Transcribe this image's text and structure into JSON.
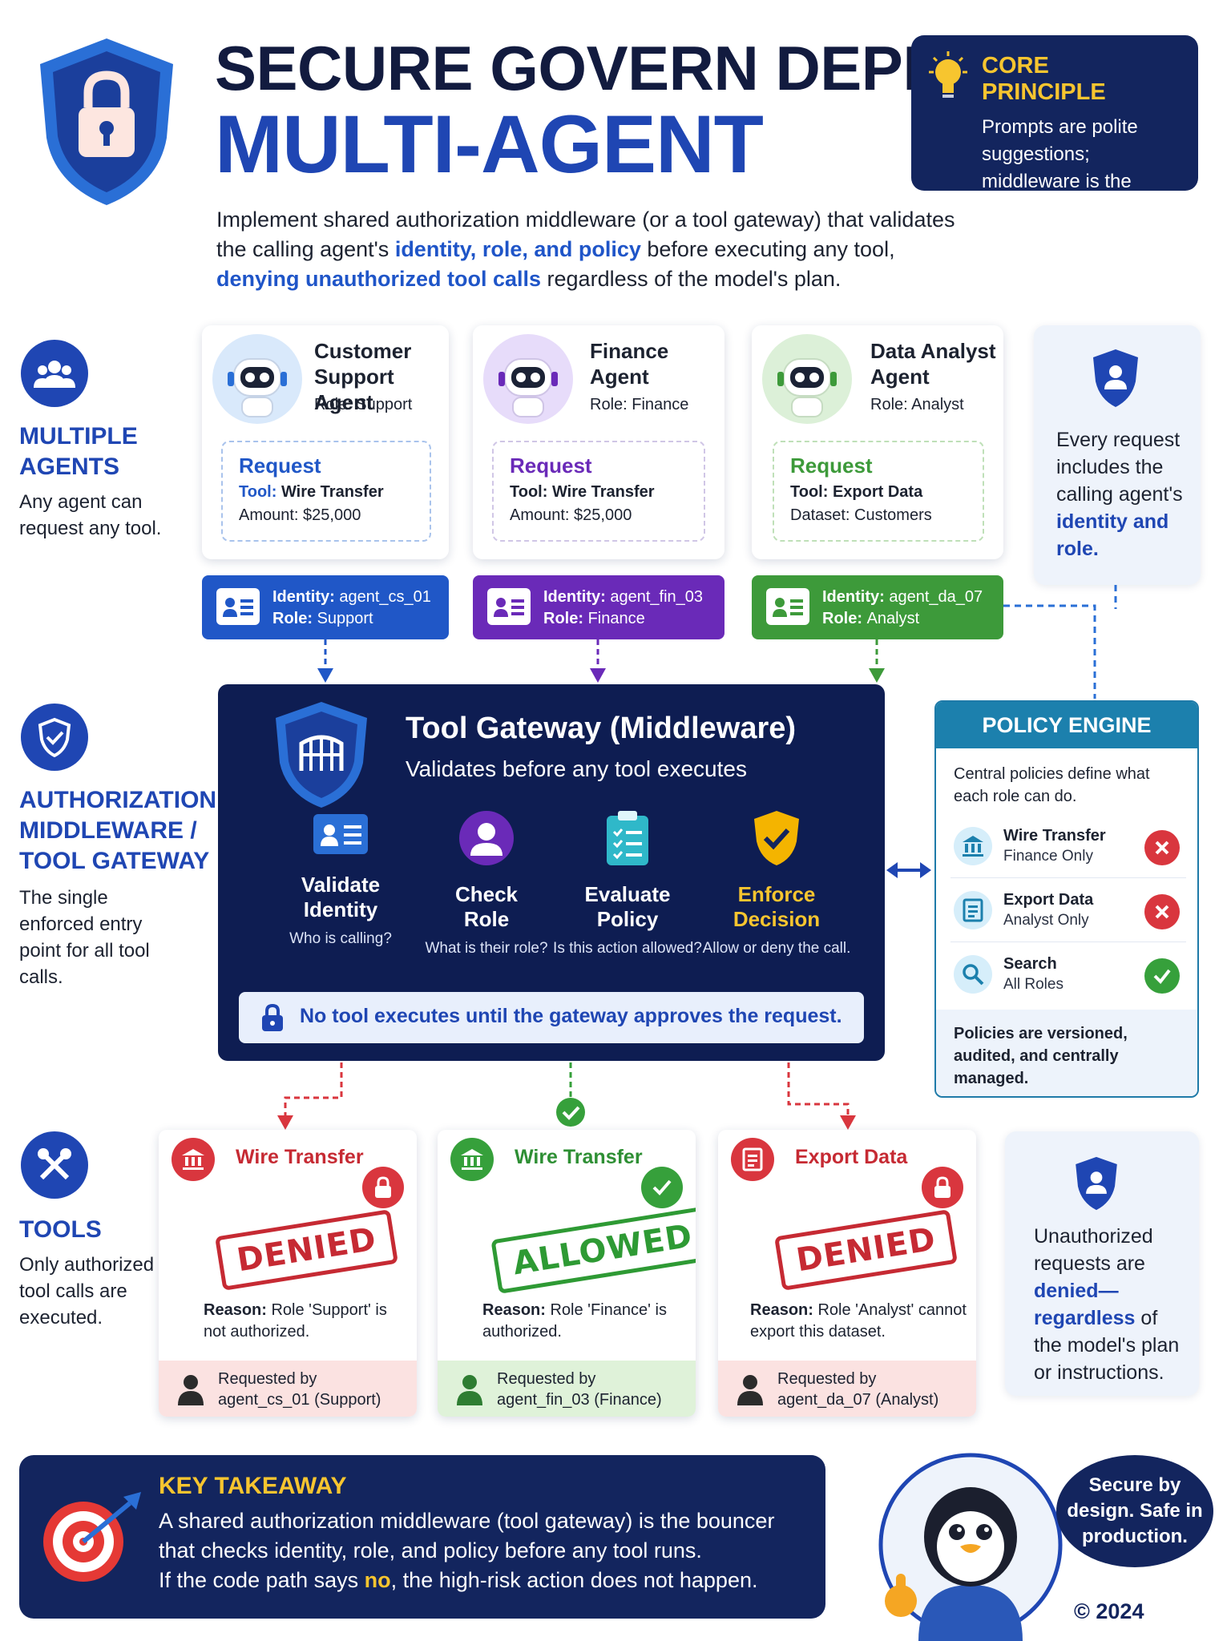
{
  "header": {
    "title_line1": "SECURE GOVERN DEPLOY",
    "title_line2": "MULTI-AGENT",
    "intro": {
      "part1": "Implement shared authorization middleware (or a tool gateway) that validates the calling agent's ",
      "hl1": "identity, role, and policy",
      "part2": " before executing any tool, ",
      "hl2": "denying unauthorized tool calls",
      "part3": " regardless of the model's plan."
    }
  },
  "core_principle": {
    "title": "CORE PRINCIPLE",
    "text": "Prompts are polite suggestions; middleware is the bouncer."
  },
  "sections": {
    "agents": {
      "title_line1": "MULTIPLE",
      "title_line2": "AGENTS",
      "text": "Any agent can request any tool."
    },
    "middleware": {
      "title_line1": "AUTHORIZATION",
      "title_line2": "MIDDLEWARE /",
      "title_line3": "TOOL GATEWAY",
      "text": "The single enforced entry point for all tool calls."
    },
    "tools": {
      "title": "TOOLS",
      "text": "Only authorized tool calls are executed."
    }
  },
  "agents": [
    {
      "name_line1": "Customer",
      "name_line2": "Support Agent",
      "role": "Role: Support",
      "req_title": "Request",
      "req_line1_label": "Tool: ",
      "req_line1_value": "Wire Transfer",
      "req_line2": "Amount: $25,000",
      "id_label": "Identity: ",
      "id_value": "agent_cs_01",
      "id_role_label": "Role: ",
      "id_role_value": "Support",
      "color": "#2057c7"
    },
    {
      "name_line1": "Finance",
      "name_line2": "Agent",
      "role": "Role: Finance",
      "req_title": "Request",
      "req_line1_label": "Tool: Wire Transfer",
      "req_line2": "Amount: $25,000",
      "id_label": "Identity: ",
      "id_value": "agent_fin_03",
      "id_role_label": "Role: ",
      "id_role_value": "Finance",
      "color": "#6a2ab8"
    },
    {
      "name_line1": "Data Analyst",
      "name_line2": "Agent",
      "role": "Role: Analyst",
      "req_title": "Request",
      "req_line1_label": "Tool: Export Data",
      "req_line2": "Dataset: Customers",
      "id_label": "Identity: ",
      "id_value": "agent_da_07",
      "id_role_label": "Role: ",
      "id_role_value": "Analyst",
      "color": "#3d9a3a"
    }
  ],
  "request_info": {
    "part1": "Every request includes the calling agent's ",
    "hl": "identity and role."
  },
  "gateway": {
    "title": "Tool Gateway (Middleware)",
    "subtitle": "Validates before any tool executes",
    "steps": [
      {
        "title_line1": "Validate",
        "title_line2": "Identity",
        "text": "Who is calling?",
        "icon": "id-card-icon"
      },
      {
        "title_line1": "Check",
        "title_line2": "Role",
        "text": "What is their role?",
        "icon": "user-icon"
      },
      {
        "title_line1": "Evaluate",
        "title_line2": "Policy",
        "text": "Is this action allowed?",
        "icon": "clipboard-icon"
      },
      {
        "title_line1": "Enforce",
        "title_line2": "Decision",
        "text": "Allow or deny the call.",
        "icon": "shield-check-icon"
      }
    ],
    "bar": "No tool executes until the gateway approves the request."
  },
  "policy_engine": {
    "title": "POLICY ENGINE",
    "desc": "Central policies define what each role can do.",
    "rows": [
      {
        "name": "Wire Transfer",
        "scope": "Finance Only",
        "status": "deny"
      },
      {
        "name": "Export Data",
        "scope": "Analyst Only",
        "status": "deny"
      },
      {
        "name": "Search",
        "scope": "All Roles",
        "status": "allow"
      }
    ],
    "footer": "Policies are versioned, audited, and centrally managed."
  },
  "tools": [
    {
      "name": "Wire Transfer",
      "stamp": "DENIED",
      "reason_label": "Reason:",
      "reason_text": " Role 'Support' is not authorized.",
      "requested_by_label": "Requested by",
      "requested_by": "agent_cs_01 (Support)",
      "status": "denied"
    },
    {
      "name": "Wire Transfer",
      "stamp": "ALLOWED",
      "reason_label": "Reason:",
      "reason_text": " Role 'Finance' is authorized.",
      "requested_by_label": "Requested by",
      "requested_by": "agent_fin_03 (Finance)",
      "status": "allowed"
    },
    {
      "name": "Export Data",
      "stamp": "DENIED",
      "reason_label": "Reason:",
      "reason_text": " Role 'Analyst' cannot export this dataset.",
      "requested_by_label": "Requested by",
      "requested_by": "agent_da_07 (Analyst)",
      "status": "denied"
    }
  ],
  "denied_info": {
    "part1": "Unauthorized requests are ",
    "hl": "denied— regardless",
    "part2": " of the model's plan or instructions."
  },
  "takeaway": {
    "title": "KEY TAKEAWAY",
    "line1": "A shared authorization middleware (tool gateway) is the bouncer that checks identity, role, and policy before any tool runs.",
    "line2_a": "If the code path says ",
    "line2_no": "no",
    "line2_b": ", the high-risk action does not happen."
  },
  "mascot_bubble": "Secure by design. Safe in production.",
  "copyright": "© 2024",
  "colors": {
    "navy": "#13255e",
    "blue": "#1f46b3",
    "gold": "#f7c52f",
    "red": "#d9363e",
    "green": "#36a03b",
    "purple": "#6a2ab8"
  }
}
